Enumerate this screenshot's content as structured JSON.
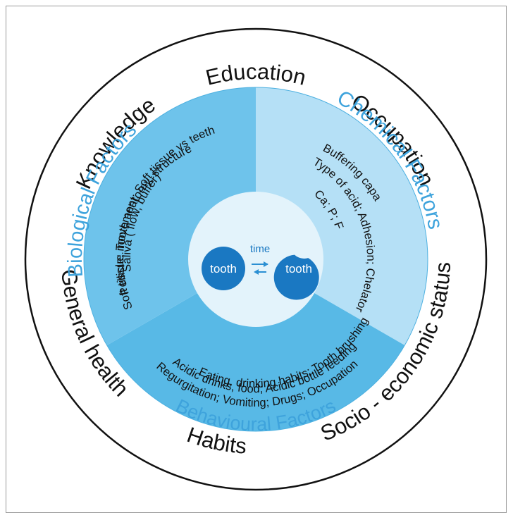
{
  "outer_ring": {
    "education": "Education",
    "occupation": "Occupation",
    "socio_economic": "Socio - economic status",
    "habits": "Habits",
    "general_health": "General health",
    "knowledge": "Knowledge"
  },
  "biological": {
    "title": "Biological Factors",
    "lines": [
      "Saliva ( flow, buffer)",
      "Soft tissue movement; Soft tissue vs teeth",
      "Pellicle; Tooth anatomy, structure"
    ]
  },
  "chemical": {
    "title": "Chemical Factors",
    "lines": [
      "pH; Buffering capacity",
      "Type of acid; Adhesion; Chelator",
      "Ca; P; F"
    ]
  },
  "behavioural": {
    "title": "Behavioural Factors",
    "lines": [
      "Eating, drinking habits; Tooth brushing",
      "Acidic drinks, food; Acidic bottle feeding",
      "Regurgitation; Vomiting; Drugs; Occupation"
    ]
  },
  "center": {
    "tooth_left": "tooth",
    "tooth_right": "tooth",
    "time_label": "time"
  },
  "colors": {
    "outer_ring": "#ffffff",
    "biological_sector": "#6ec3eb",
    "chemical_sector": "#b5e0f6",
    "behavioural_sector": "#58b9e6",
    "center_disc": "#e3f3fb",
    "tooth": "#1a78c2",
    "title_text": "#3ea3dc"
  }
}
